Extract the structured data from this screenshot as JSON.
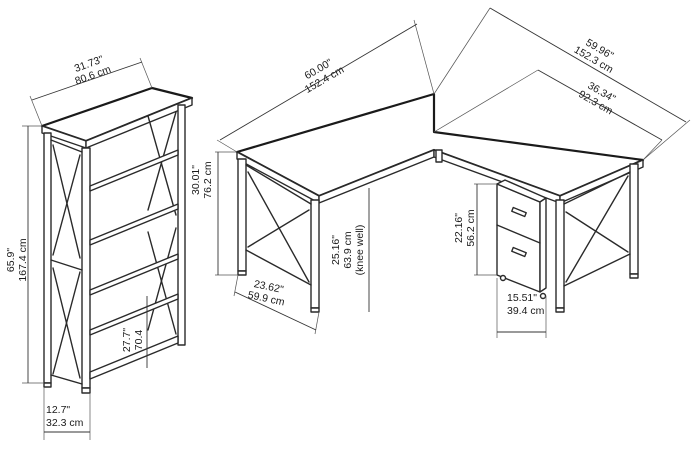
{
  "bookcase": {
    "width": [
      "31.73\"",
      "80.6 cm"
    ],
    "height": [
      "65.9\"",
      "167.4 cm"
    ],
    "depth": [
      "12.7\"",
      "32.3 cm"
    ],
    "shelf": [
      "27.7\"",
      "70.4"
    ]
  },
  "desk": {
    "long_side": [
      "60.00\"",
      "152.4 cm"
    ],
    "overall_depth": [
      "59.96\"",
      "152.3 cm"
    ],
    "return_width": [
      "36.34\"",
      "92.3 cm"
    ],
    "height": [
      "30.01\"",
      "76.2 cm"
    ],
    "knee_well": [
      "25.16\"",
      "63.9 cm",
      "(knee well)"
    ],
    "end_depth": [
      "23.62\"",
      "59.9 cm"
    ],
    "file_height": [
      "22.16\"",
      "56.2 cm"
    ],
    "file_width": [
      "15.51\"",
      "39.4 cm"
    ]
  }
}
